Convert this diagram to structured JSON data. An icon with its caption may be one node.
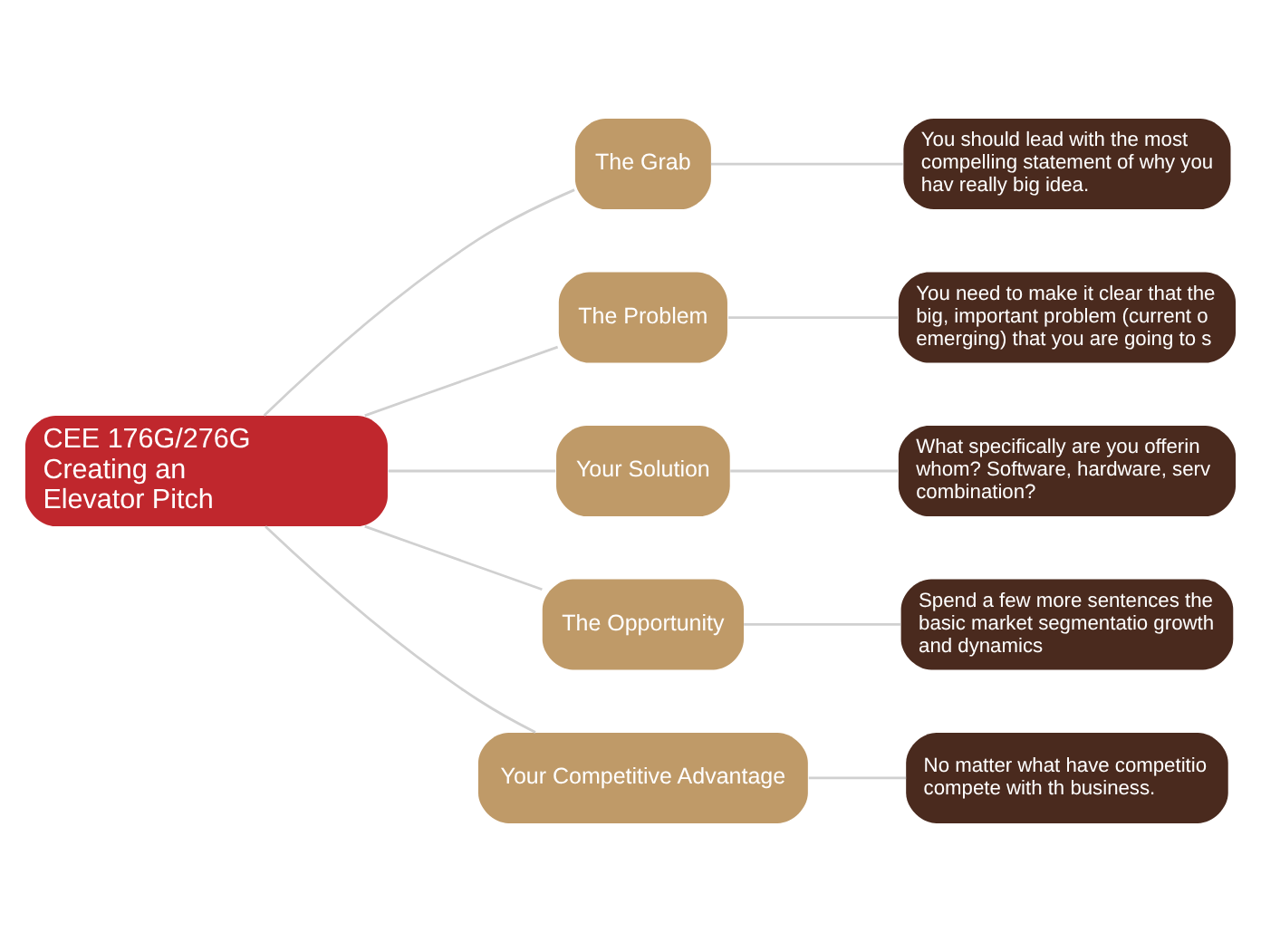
{
  "diagram": {
    "nodes": [
      {
        "text": [
          "CEE 176G/276G Creating an Elevator Pitch"
        ]
      },
      {
        "text": [
          "The Grab"
        ]
      },
      {
        "text": [
          "You should lead with the most compelling statement of why you hav really big idea."
        ]
      },
      {
        "text": [
          "The Problem"
        ]
      },
      {
        "text": [
          "You need to make it clear that the big, important problem (current o emerging) that you are going to s"
        ]
      },
      {
        "text": [
          "Your Solution"
        ]
      },
      {
        "text": [
          "What specifically are you offerin whom? Software, hardware, serv combination?"
        ]
      },
      {
        "text": [
          "The Opportunity"
        ]
      },
      {
        "text": [
          "Spend a few more sentences the basic market segmentatio growth and dynamics"
        ]
      },
      {
        "text": [
          "Your Competitive Advantage"
        ]
      },
      {
        "text": [
          "No matter what have competitio compete with th business."
        ]
      }
    ],
    "edges": [
      {
        "from": 0,
        "to": 1,
        "arrow": "none"
      },
      {
        "from": 1,
        "to": 2,
        "arrow": "none"
      },
      {
        "from": 0,
        "to": 3,
        "arrow": "none"
      },
      {
        "from": 3,
        "to": 4,
        "arrow": "none"
      },
      {
        "from": 0,
        "to": 5,
        "arrow": "none"
      },
      {
        "from": 5,
        "to": 6,
        "arrow": "none"
      },
      {
        "from": 0,
        "to": 7,
        "arrow": "none"
      },
      {
        "from": 7,
        "to": 8,
        "arrow": "none"
      },
      {
        "from": 0,
        "to": 9,
        "arrow": "none"
      },
      {
        "from": 9,
        "to": 10,
        "arrow": "none"
      }
    ]
  }
}
